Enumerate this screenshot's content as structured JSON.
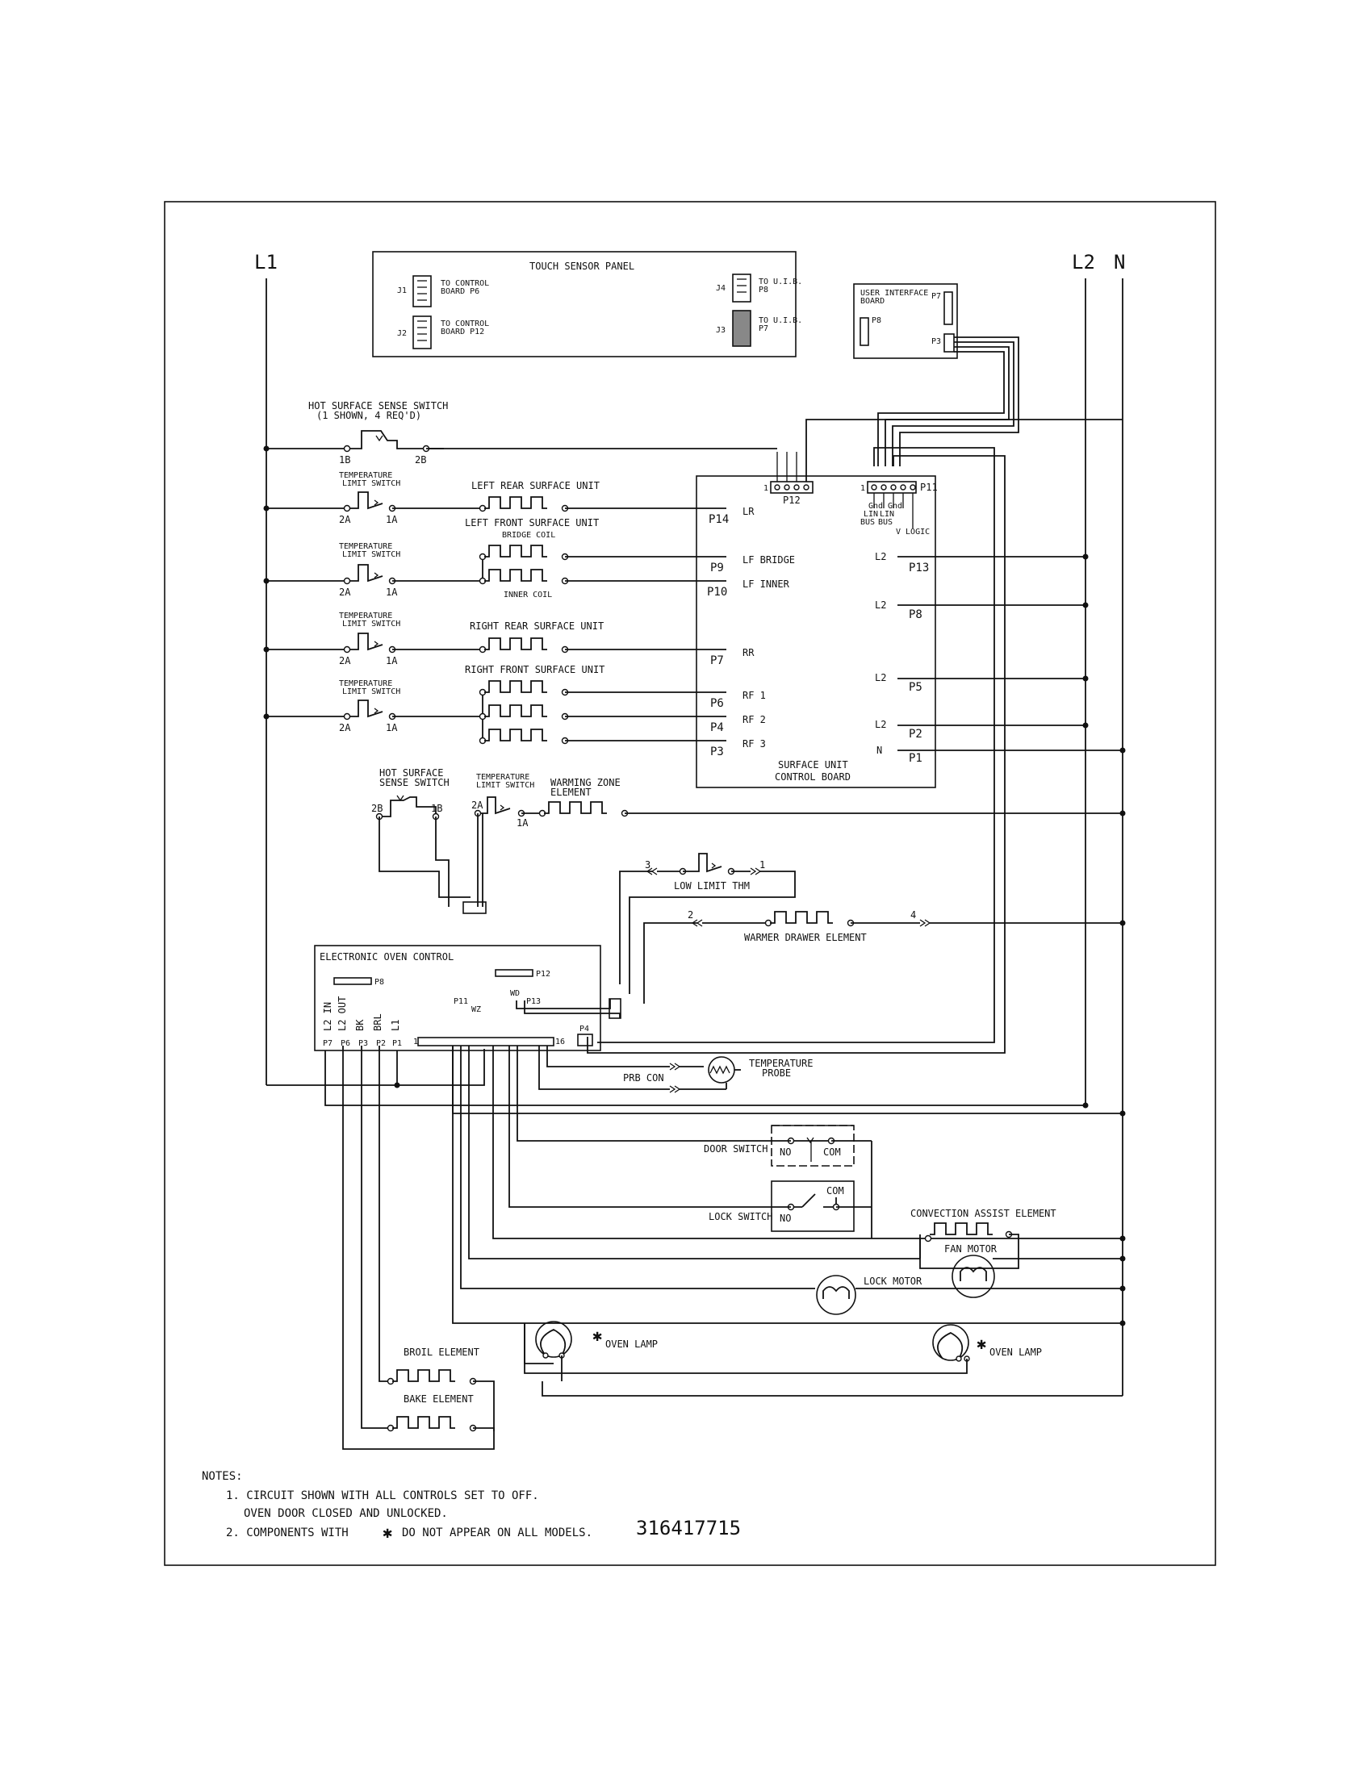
{
  "rails": {
    "l1": "L1",
    "l2": "L2",
    "n": "N"
  },
  "touch_panel": {
    "title": "TOUCH SENSOR PANEL",
    "j1": "J1",
    "j1_note_1": "TO CONTROL",
    "j1_note_2": "BOARD P6",
    "j2": "J2",
    "j2_note_1": "TO CONTROL",
    "j2_note_2": "BOARD P12",
    "j4": "J4",
    "j4_note_1": "TO U.I.B.",
    "j4_note_2": "P8",
    "j3": "J3",
    "j3_note_1": "TO U.I.B.",
    "j3_note_2": "P7"
  },
  "uib": {
    "title_1": "USER INTERFACE",
    "title_2": "BOARD",
    "p7": "P7",
    "p8": "P8",
    "p3": "P3"
  },
  "hot_surface_switch": {
    "title_1": "HOT SURFACE SENSE SWITCH",
    "title_2": "(1 SHOWN, 4 REQ'D)",
    "t_left": "1B",
    "t_right": "2B"
  },
  "temp_limit_label_1": "TEMPERATURE",
  "temp_limit_label_2": "LIMIT SWITCH",
  "term_2a": "2A",
  "term_1a": "1A",
  "surface_units": {
    "lr": "LEFT REAR SURFACE UNIT",
    "lf": "LEFT FRONT SURFACE UNIT",
    "bridge": "BRIDGE COIL",
    "inner": "INNER COIL",
    "rr": "RIGHT REAR SURFACE UNIT",
    "rf": "RIGHT FRONT SURFACE UNIT"
  },
  "scb": {
    "title_1": "SURFACE UNIT",
    "title_2": "CONTROL BOARD",
    "p12": "P12",
    "p11": "P11",
    "pin1": "1",
    "gnd": "Gnd",
    "lin": "LIN",
    "bus": "BUS",
    "vlogic": "V LOGIC",
    "left": [
      {
        "pin": "P14",
        "sig": "LR"
      },
      {
        "pin": "P9",
        "sig": "LF BRIDGE"
      },
      {
        "pin": "P10",
        "sig": "LF INNER"
      },
      {
        "pin": "P7",
        "sig": "RR"
      },
      {
        "pin": "P6",
        "sig": "RF 1"
      },
      {
        "pin": "P4",
        "sig": "RF 2"
      },
      {
        "pin": "P3",
        "sig": "RF 3"
      }
    ],
    "right": [
      {
        "sig": "L2",
        "pin": "P13"
      },
      {
        "sig": "L2",
        "pin": "P8"
      },
      {
        "sig": "L2",
        "pin": "P5"
      },
      {
        "sig": "L2",
        "pin": "P2"
      },
      {
        "sig": "N",
        "pin": "P1"
      }
    ]
  },
  "warming_zone": {
    "hss_1": "HOT SURFACE",
    "hss_2": "SENSE SWITCH",
    "t2b": "2B",
    "t1b": "1B",
    "element_1": "WARMING ZONE",
    "element_2": "ELEMENT"
  },
  "warmer_drawer": {
    "low_limit": "LOW LIMIT THM",
    "element": "WARMER DRAWER ELEMENT",
    "n1": "1",
    "n2": "2",
    "n3": "3",
    "n4": "4"
  },
  "eoc": {
    "title": "ELECTRONIC OVEN CONTROL",
    "p8": "P8",
    "p12": "P12",
    "p11": "P11",
    "wz": "WZ",
    "wd": "WD",
    "p13": "P13",
    "p4": "P4",
    "pin1": "1",
    "pin16": "16",
    "bottom_labels": [
      "L2 IN",
      "L2 OUT",
      "BK",
      "BRL",
      "L1"
    ],
    "bottom_pins": [
      "P7",
      "P6",
      "P3",
      "P2",
      "P1"
    ]
  },
  "probe": {
    "con": "PRB CON",
    "label_1": "TEMPERATURE",
    "label_2": "PROBE"
  },
  "door_switch": {
    "label": "DOOR SWITCH",
    "no": "NO",
    "com": "COM"
  },
  "lock_switch": {
    "label": "LOCK SWITCH",
    "no": "NO",
    "com": "COM"
  },
  "convection": {
    "label": "CONVECTION ASSIST ELEMENT",
    "fan": "FAN MOTOR"
  },
  "lock_motor": "LOCK MOTOR",
  "oven_lamp": "OVEN LAMP",
  "broil": "BROIL ELEMENT",
  "bake": "BAKE ELEMENT",
  "notes": {
    "heading": "NOTES:",
    "n1_a": "1.  CIRCUIT SHOWN WITH ALL CONTROLS SET TO OFF.",
    "n1_b": "OVEN DOOR CLOSED AND UNLOCKED.",
    "n2_a": "2.  COMPONENTS WITH",
    "n2_b": "DO NOT APPEAR ON ALL MODELS."
  },
  "part_number": "316417715"
}
